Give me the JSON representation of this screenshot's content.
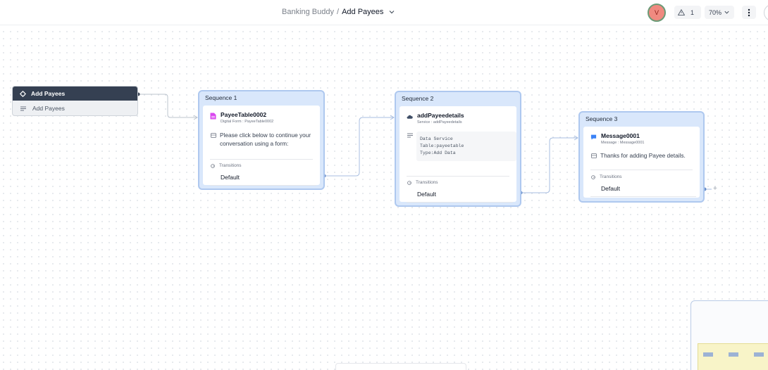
{
  "header": {
    "app_name": "Banking Buddy",
    "separator": "/",
    "current_page": "Add Payees",
    "avatar_initial": "V",
    "warning_count": "1",
    "zoom": "70%"
  },
  "start_node": {
    "title": "Add Payees",
    "item_label": "Add Payees"
  },
  "sequences": [
    {
      "title": "Sequence 1",
      "step_name": "PayeeTable0002",
      "step_sub": "Digital Form : PayeeTable0002",
      "body": "Please click below to continue your conversation using a form:",
      "transitions_label": "Transitions",
      "transition": "Default"
    },
    {
      "title": "Sequence 2",
      "step_name": "addPayeedetails",
      "step_sub": "Service : addPayeedetails",
      "code": "Data Service\nTable:payeetable\nType:Add Data",
      "transitions_label": "Transitions",
      "transition": "Default"
    },
    {
      "title": "Sequence 3",
      "step_name": "Message0001",
      "step_sub": "Message : Message0001",
      "body": "Thanks for adding Payee details.",
      "transitions_label": "Transitions",
      "transition": "Default"
    }
  ],
  "add_symbol": "+",
  "colors": {
    "accent": "#354052",
    "sequence_border": "#aec8ef",
    "sequence_fill": "#d9e7fb",
    "connector": "#a7bde0",
    "form_icon": "#d946ef",
    "service_icon": "#3f4e66",
    "message_icon": "#3b82f6"
  },
  "icons": {
    "start": "flow-start-icon",
    "list": "list-icon",
    "form": "document-icon",
    "service": "cloud-icon",
    "message": "chat-bubble-icon",
    "transitions": "transition-icon",
    "warning": "warning-icon",
    "menu": "vertical-dots-icon"
  }
}
